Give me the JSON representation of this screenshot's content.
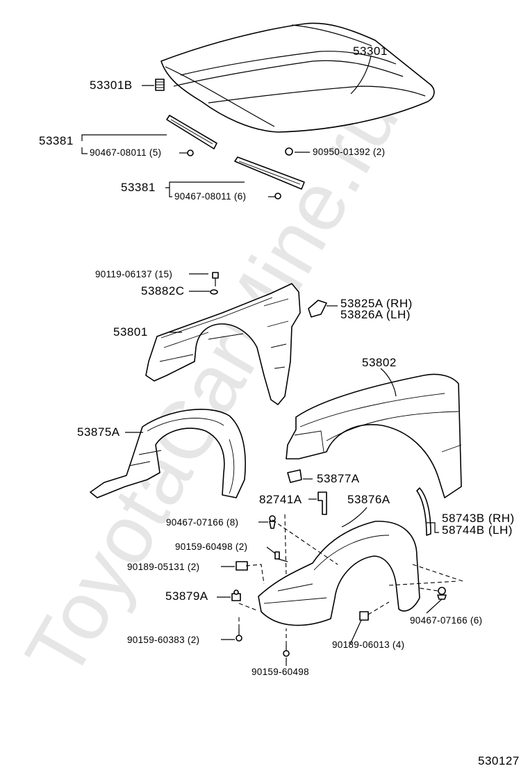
{
  "watermark": "ToyotaCarMine.ru",
  "diagram_number": "530127",
  "labels": {
    "hood": "53301",
    "hood_cushion": "53301B",
    "seal_a": "53381",
    "clip_a": "90467-08011 (5)",
    "clip_b": "90950-01392 (2)",
    "seal_b": "53381",
    "clip_c": "90467-08011 (6)",
    "bolt_a": "90119-06137 (15)",
    "washer": "53882C",
    "apron": "53801",
    "bracket_rh": "53825A (RH)",
    "bracket_lh": "53826A (LH)",
    "fender": "53802",
    "liner_a": "53875A",
    "bracket_b": "53877A",
    "clip_d": "82741A",
    "liner_b": "53876A",
    "clip_e": "90467-07166 (8)",
    "moulding_rh": "58743B (RH)",
    "moulding_lh": "58744B (LH)",
    "screw_a": "90159-60498 (2)",
    "nut_a": "90189-05131 (2)",
    "clip_f": "53879A",
    "clip_g": "90467-07166 (6)",
    "screw_b": "90159-60383 (2)",
    "nut_b": "90189-06013 (4)",
    "screw_c": "90159-60498"
  }
}
